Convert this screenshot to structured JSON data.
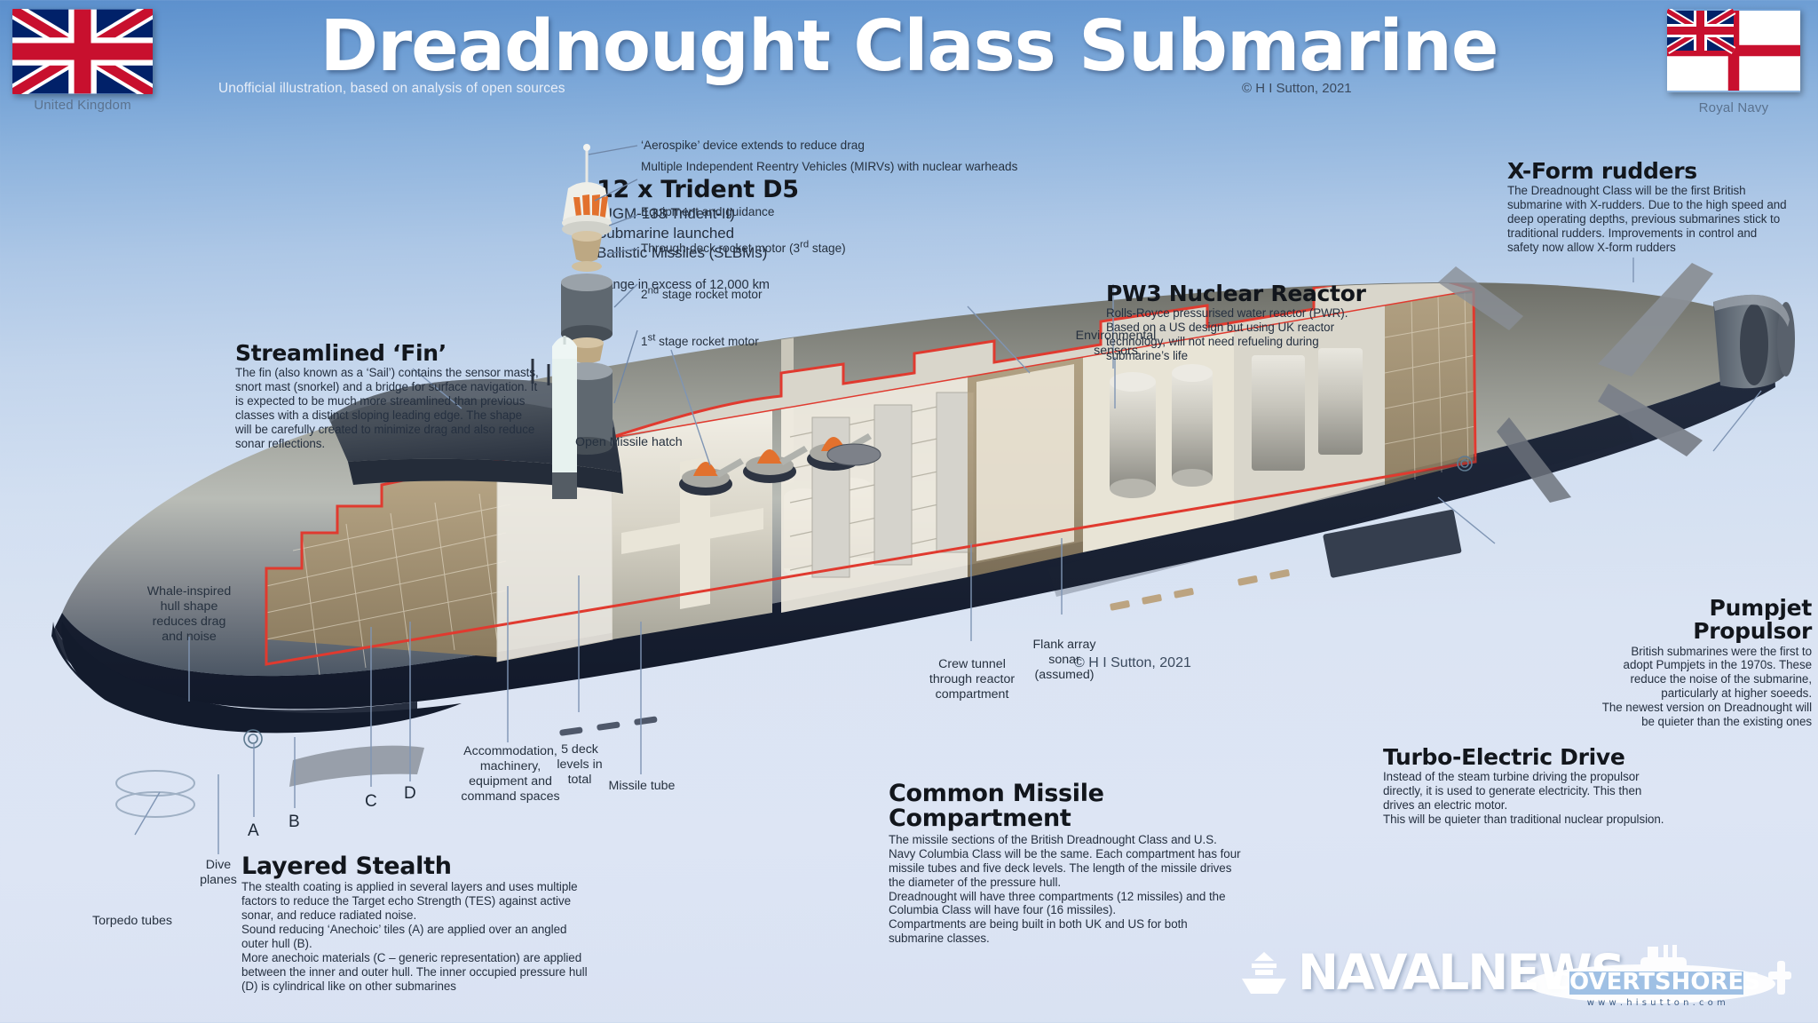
{
  "header": {
    "title": "Dreadnought Class Submarine",
    "subtitle": "Unofficial illustration, based on analysis of open sources",
    "copyright": "© H I Sutton, 2021",
    "flag_left_caption": "United Kingdom",
    "flag_right_caption": "Royal Navy",
    "flag_left_icon": "union-jack-flag",
    "flag_right_icon": "white-ensign-flag"
  },
  "watermark": {
    "copyright_mid": "© H I Sutton, 2021"
  },
  "missile": {
    "title": "12 x Trident D5",
    "line1": "(UGM-133 Trident-II)",
    "line2": "Submarine launched",
    "line3": "Ballistic Missiles (SLBMs)",
    "range": "Range in excess of 12,000 km",
    "parts": [
      {
        "label": "‘Aerospike’ device extends to reduce drag"
      },
      {
        "label": "Multiple Independent Reentry Vehicles (MIRVs) with nuclear warheads"
      },
      {
        "label": "Equipment and guidance"
      },
      {
        "label_html": "Through-deck rocket motor (3<sup>rd</sup> stage)"
      },
      {
        "label_html": "2<sup>nd</sup> stage rocket motor"
      },
      {
        "label_html": "1<sup>st</sup> stage rocket motor"
      }
    ]
  },
  "callouts": {
    "fin": {
      "title": "Streamlined ‘Fin’",
      "body": "The fin (also known as a ‘Sail’) contains the sensor masts, snort mast (snorkel) and a bridge for surface navigation. It is expected to be much more streamlined than previous classes with a distinct sloping leading edge. The shape will be carefully created to minimize  drag and also reduce sonar reflections."
    },
    "stealth": {
      "title": "Layered Stealth",
      "body": "The stealth coating is applied in several layers and uses multiple factors to reduce the Target echo Strength (TES) against active sonar, and reduce radiated noise.\nSound reducing ‘Anechoic’ tiles (A) are applied over an angled outer hull (B).\nMore anechoic materials (C – generic representation) are applied between the inner and outer hull. The inner occupied pressure hull (D) is cylindrical like on other submarines"
    },
    "cmc": {
      "title": "Common Missile Compartment",
      "body": "The missile  sections of the British Dreadnought Class and U.S. Navy Columbia Class will be the same. Each compartment has four missile  tubes and five deck levels. The length of the missile drives the diameter of the pressure hull.\nDreadnought will have three compartments (12 missiles)  and the Columbia Class will have four (16 missiles).\nCompartments are being built in both UK and US for both submarine classes."
    },
    "reactor": {
      "title": "PW3 Nuclear Reactor",
      "body": "Rolls-Royce pressurised water reactor (PWR). Based on a US design but using UK reactor technology, will not need refueling during submarine’s life"
    },
    "rudders": {
      "title": "X-Form rudders",
      "body": "The Dreadnought Class will be the first British submarine with X-rudders. Due to the high speed and deep operating depths, previous submarines stick to traditional rudders. Improvements in control and safety now allow X-form rudders"
    },
    "pumpjet": {
      "title": "Pumpjet Propulsor",
      "body": "British submarines were the first to adopt Pumpjets in the 1970s. These reduce the noise of the submarine, particularly at higher soeeds.\nThe newest version on Dreadnought will be quieter than the existing ones"
    },
    "turbo": {
      "title": "Turbo-Electric Drive",
      "body": "Instead of the steam turbine driving the propulsor directly, it is used to generate electricity. This then drives an electric motor.\nThis will be quieter than traditional nuclear propulsion."
    }
  },
  "labels": {
    "whale": "Whale-inspired\nhull shape\nreduces drag\nand noise",
    "torpedo": "Torpedo tubes",
    "dive_planes": "Dive\nplanes",
    "accommodation": "Accommodation,\nmachinery,\nequipment  and\ncommand spaces",
    "five_deck": "5 deck\nlevels in\ntotal",
    "missile_tube": "Missile  tube",
    "open_hatch": "Open Missile  hatch",
    "env_sensors": "Environmental\nsensors",
    "crew_tunnel": "Crew tunnel\nthrough reactor\ncompartment",
    "flank_sonar": "Flank array\nsonar\n(assumed)",
    "marker_a": "A",
    "marker_b": "B",
    "marker_c": "C",
    "marker_d": "D"
  },
  "logos": {
    "naval_news": "NAVALNEWS",
    "naval_news_icon": "ship-icon",
    "covert_shores": "COVERTSHORES",
    "covert_shores_url": "w w w . h i s u t t o n . c o m",
    "covert_shores_icon": "submarine-icon"
  },
  "colors": {
    "accent_red": "#e03a2f",
    "leader_line": "#7f95b4",
    "hull_dark": "#1b2436",
    "hull_light": "#8d8f89",
    "tile_tan": "#a79376",
    "background_top": "#5b8fcc",
    "background_bottom": "#d8e1f2"
  }
}
